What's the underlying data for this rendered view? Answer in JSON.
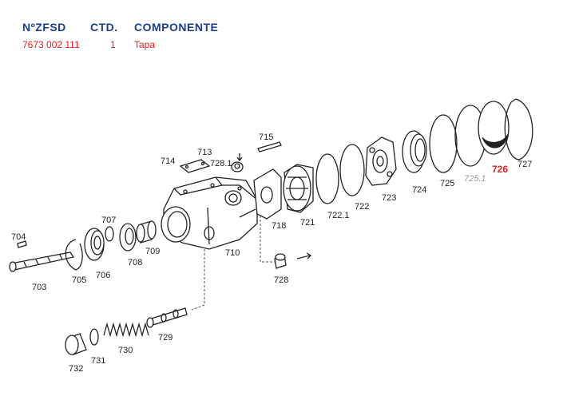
{
  "header": {
    "col_part_no": "NºZFSD",
    "col_qty": "CTD.",
    "col_component": "COMPONENTE",
    "row": {
      "part_no": "7673 002 111",
      "qty": "1",
      "component": "Tapa"
    }
  },
  "callouts": {
    "c703": "703",
    "c704": "704",
    "c705": "705",
    "c706": "706",
    "c707": "707",
    "c708": "708",
    "c709": "709",
    "c710": "710",
    "c713": "713",
    "c714": "714",
    "c715": "715",
    "c718": "718",
    "c721": "721",
    "c7221": "722.1",
    "c722": "722",
    "c723": "723",
    "c724": "724",
    "c725": "725",
    "c7251": "725.1",
    "c726": "726",
    "c727": "727",
    "c728": "728",
    "c7281": "728.1",
    "c729": "729",
    "c730": "730",
    "c731": "731",
    "c732": "732"
  },
  "colors": {
    "header_blue": "#1b3f8f",
    "highlight_red": "#e02020"
  }
}
